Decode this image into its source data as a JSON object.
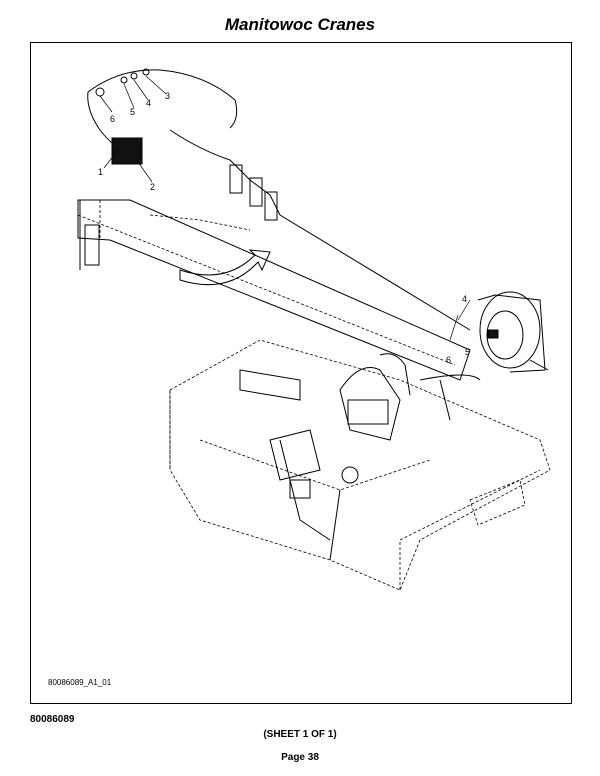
{
  "header": {
    "title": "Manitowoc Cranes"
  },
  "figure": {
    "drawing_id": "80086089_A1_01",
    "callouts_upper": [
      "6",
      "5",
      "4",
      "3",
      "1",
      "2"
    ],
    "callouts_right": [
      "4",
      "5",
      "6"
    ]
  },
  "footer": {
    "doc_number": "80086089",
    "sheet": "(SHEET 1 OF 1)",
    "page": "Page 38"
  }
}
